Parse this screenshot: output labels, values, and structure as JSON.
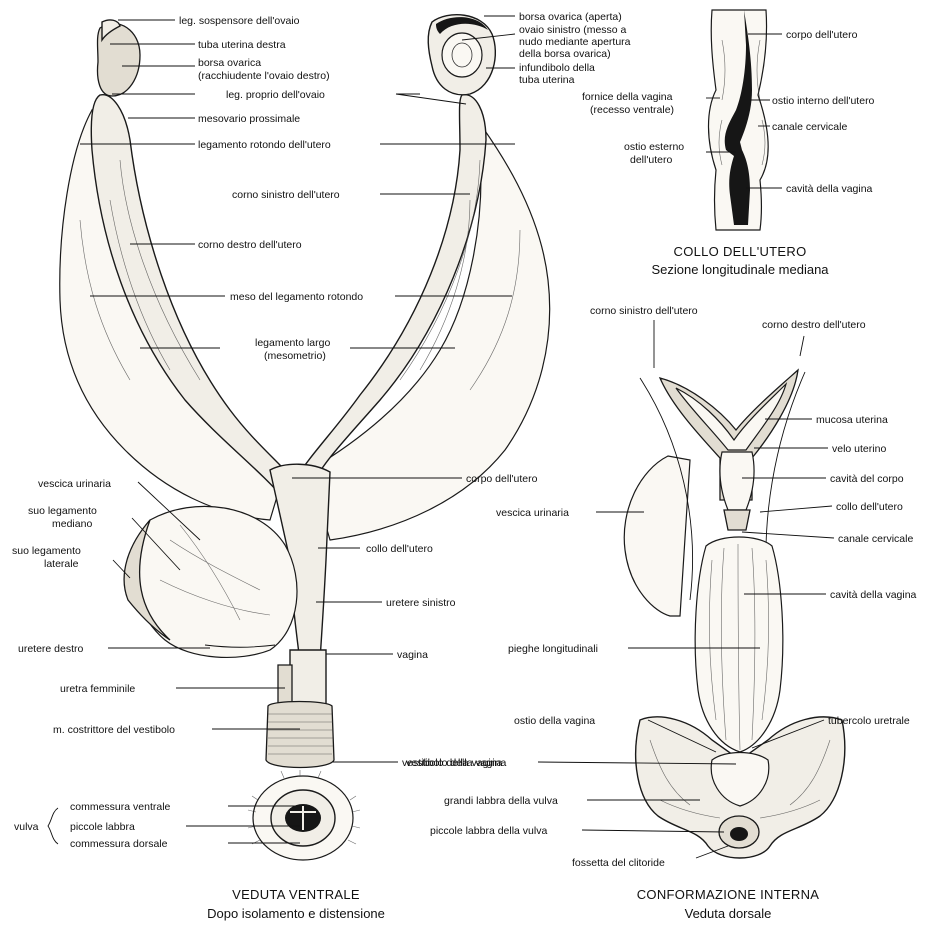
{
  "left_figure": {
    "labels": {
      "leg_sospensore": "leg. sospensore dell'ovaio",
      "tuba_destra": "tuba uterina destra",
      "borsa_destra_1": "borsa ovarica",
      "borsa_destra_2": "(racchiudente l'ovaio destro)",
      "leg_proprio": "leg. proprio dell'ovaio",
      "mesovario": "mesovario prossimale",
      "leg_rotondo": "legamento rotondo dell'utero",
      "corno_sinistro": "corno sinistro dell'utero",
      "corno_destro": "corno destro dell'utero",
      "meso_rotondo": "meso del legamento rotondo",
      "leg_largo_1": "legamento largo",
      "leg_largo_2": "(mesometrio)",
      "corpo_utero": "corpo dell'utero",
      "vescica": "vescica urinaria",
      "leg_mediano_1": "suo legamento",
      "leg_mediano_2": "mediano",
      "leg_laterale_1": "suo legamento",
      "leg_laterale_2": "laterale",
      "collo_utero": "collo dell'utero",
      "uretere_sinistro": "uretere sinistro",
      "uretere_destro": "uretere destro",
      "vagina": "vagina",
      "uretra": "uretra femminile",
      "costrittore": "m. costrittore del vestibolo",
      "vestibolo": "vestibolo della vagina",
      "vulva": "vulva",
      "comm_ventrale": "commessura ventrale",
      "piccole_labbra": "piccole labbra",
      "comm_dorsale": "commessura dorsale",
      "borsa_aperta": "borsa ovarica (aperta)",
      "ovaio_sin_1": "ovaio sinistro (messo a",
      "ovaio_sin_2": "nudo mediante apertura",
      "ovaio_sin_3": "della borsa ovarica)",
      "infundibolo_1": "infundibolo della",
      "infundibolo_2": "tuba uterina"
    },
    "caption_title": "VEDUTA VENTRALE",
    "caption_sub": "Dopo isolamento e distensione"
  },
  "cervix_figure": {
    "labels": {
      "corpo_utero": "corpo dell'utero",
      "fornice_1": "fornice della vagina",
      "fornice_2": "(recesso ventrale)",
      "ostio_interno": "ostio interno dell'utero",
      "canale": "canale cervicale",
      "ostio_esterno_1": "ostio esterno",
      "ostio_esterno_2": "dell'utero",
      "cavita_vagina": "cavità della vagina"
    },
    "caption_title": "COLLO DELL'UTERO",
    "caption_sub": "Sezione longitudinale mediana"
  },
  "internal_figure": {
    "labels": {
      "corno_sinistro": "corno sinistro dell'utero",
      "corno_destro": "corno destro dell'utero",
      "mucosa": "mucosa uterina",
      "velo": "velo uterino",
      "cavita_corpo": "cavità del corpo",
      "vescica": "vescica urinaria",
      "collo": "collo dell'utero",
      "canale": "canale cervicale",
      "cavita_vagina": "cavità della vagina",
      "pieghe": "pieghe longitudinali",
      "ostio_vagina": "ostio della vagina",
      "tubercolo": "tubercolo uretrale",
      "vestibolo": "vestibolo della vagina",
      "grandi_labbra": "grandi labbra della vulva",
      "piccole_labbra": "piccole labbra della vulva",
      "fossetta": "fossetta del clitoride"
    },
    "caption_title": "CONFORMAZIONE INTERNA",
    "caption_sub": "Veduta dorsale"
  }
}
